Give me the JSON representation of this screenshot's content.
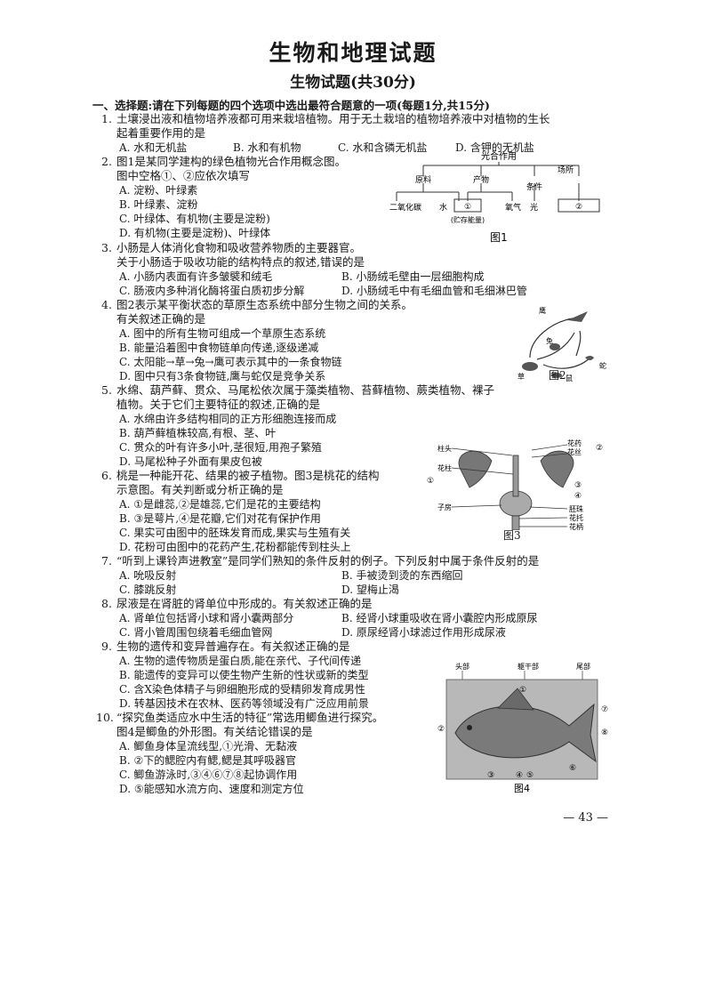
{
  "title": "生物和地理试题",
  "subtitle": "生物试题(共30分)",
  "section": "一、选择题:请在下列每题的四个选项中选出最符合题意的一项(每题1分,共15分)",
  "questions": [
    {
      "num": "1.",
      "stem": [
        "土壤浸出液和植物培养液都可用来栽培植物。用于无土栽培的植物培养液中对植物的生长",
        "起着重要作用的是"
      ],
      "options": [
        "A. 水和无机盐",
        "B. 水和有机物",
        "C. 水和含磷无机盐",
        "D. 含钾的无机盐"
      ]
    },
    {
      "num": "2.",
      "stem": [
        "图1是某同学建构的绿色植物光合作用概念图。",
        "图中空格①、②应依次填写"
      ],
      "options": [
        "A. 淀粉、叶绿素",
        "B. 叶绿素、淀粉",
        "C. 叶绿体、有机物(主要是淀粉)",
        "D. 有机物(主要是淀粉)、叶绿体"
      ]
    },
    {
      "num": "3.",
      "stem": [
        "小肠是人体消化食物和吸收营养物质的主要器官。",
        "关于小肠适于吸收功能的结构特点的叙述,错误的是"
      ],
      "options": [
        "A. 小肠内表面有许多皱襞和绒毛",
        "B. 小肠绒毛壁由一层细胞构成",
        "C. 肠液内多种消化酶将蛋白质初步分解",
        "D. 小肠绒毛中有毛细血管和毛细淋巴管"
      ]
    },
    {
      "num": "4.",
      "stem": [
        "图2表示某平衡状态的草原生态系统中部分生物之间的关系。",
        "有关叙述正确的是"
      ],
      "options": [
        "A. 图中的所有生物可组成一个草原生态系统",
        "B. 能量沿着图中食物链单向传递,逐级递减",
        "C. 太阳能→草→兔→鹰可表示其中的一条食物链",
        "D. 图中只有3条食物链,鹰与蛇仅是竞争关系"
      ]
    },
    {
      "num": "5.",
      "stem": [
        "水绵、葫芦藓、贯众、马尾松依次属于藻类植物、苔藓植物、蕨类植物、裸子",
        "植物。关于它们主要特征的叙述,正确的是"
      ],
      "options": [
        "A. 水绵由许多结构相同的正方形细胞连接而成",
        "B. 葫芦藓植株较高,有根、茎、叶",
        "C. 贯众的叶有许多小叶,茎很短,用孢子繁殖",
        "D. 马尾松种子外面有果皮包被"
      ]
    },
    {
      "num": "6.",
      "stem": [
        "桃是一种能开花、结果的被子植物。图3是桃花的结构",
        "示意图。有关判断或分析正确的是"
      ],
      "options": [
        "A. ①是雌蕊,②是雄蕊,它们是花的主要结构",
        "B. ③是萼片,④是花瓣,它们对花有保护作用",
        "C. 果实可由图中的胚珠发育而成,果实与生殖有关",
        "D. 花粉可由图中的花药产生,花粉都能传到柱头上"
      ]
    },
    {
      "num": "7.",
      "stem": [
        "“听到上课铃声进教室”是同学们熟知的条件反射的例子。下列反射中属于条件反射的是"
      ],
      "options": [
        "A. 吮吸反射",
        "B. 手被烫到烫的东西缩回",
        "C. 膝跳反射",
        "D. 望梅止渴"
      ]
    },
    {
      "num": "8.",
      "stem": [
        "尿液是在肾脏的肾单位中形成的。有关叙述正确的是"
      ],
      "options": [
        "A. 肾单位包括肾小球和肾小囊两部分",
        "B. 经肾小球重吸收在肾小囊腔内形成原尿",
        "C. 肾小管周围包绕着毛细血管网",
        "D. 原尿经肾小球滤过作用形成尿液"
      ]
    },
    {
      "num": "9.",
      "stem": [
        "生物的遗传和变异普遍存在。有关叙述正确的是"
      ],
      "options": [
        "A. 生物的遗传物质是蛋白质,能在亲代、子代间传递",
        "B. 能遗传的变异可以使生物产生新的性状或新的类型",
        "C. 含X染色体精子与卵细胞形成的受精卵发育成男性",
        "D. 转基因技术在农林、医药等领域没有广泛应用前景"
      ]
    },
    {
      "num": "10.",
      "stem": [
        "“探究鱼类适应水中生活的特征”常选用鲫鱼进行探究。",
        "图4是鲫鱼的外形图。有关结论错误的是"
      ],
      "options": [
        "A. 鲫鱼身体呈流线型,①光滑、无黏液",
        "B. ②下的鳃腔内有鳃,鳃是其呼吸器官",
        "C. 鲫鱼游泳时,③④⑥⑦⑧起协调作用",
        "D. ⑤能感知水流方向、速度和测定方位"
      ]
    }
  ],
  "fig1": {
    "caption": "图1",
    "top": "光合作用",
    "materials": "原料",
    "products": "产物",
    "conditions": "条件",
    "site": "场所",
    "co2": "二氧化碳",
    "water": "水",
    "blank1": "①",
    "energy": "(贮存能量)",
    "oxygen": "氧气",
    "light": "光",
    "blank2": "②"
  },
  "fig2": {
    "caption": "图2",
    "labels": [
      "鹰",
      "兔",
      "鼠",
      "蛇",
      "草"
    ]
  },
  "fig3": {
    "caption": "图3",
    "labels": [
      "柱头",
      "花柱",
      "子房",
      "花药",
      "花丝",
      "①",
      "②",
      "③",
      "④",
      "胚珠",
      "花托",
      "花柄"
    ]
  },
  "fig4": {
    "caption": "图4",
    "labels": [
      "头部",
      "躯干部",
      "尾部",
      "①",
      "②",
      "③",
      "④",
      "⑤",
      "⑥",
      "⑦",
      "⑧"
    ]
  },
  "page_number": "— 43 —"
}
